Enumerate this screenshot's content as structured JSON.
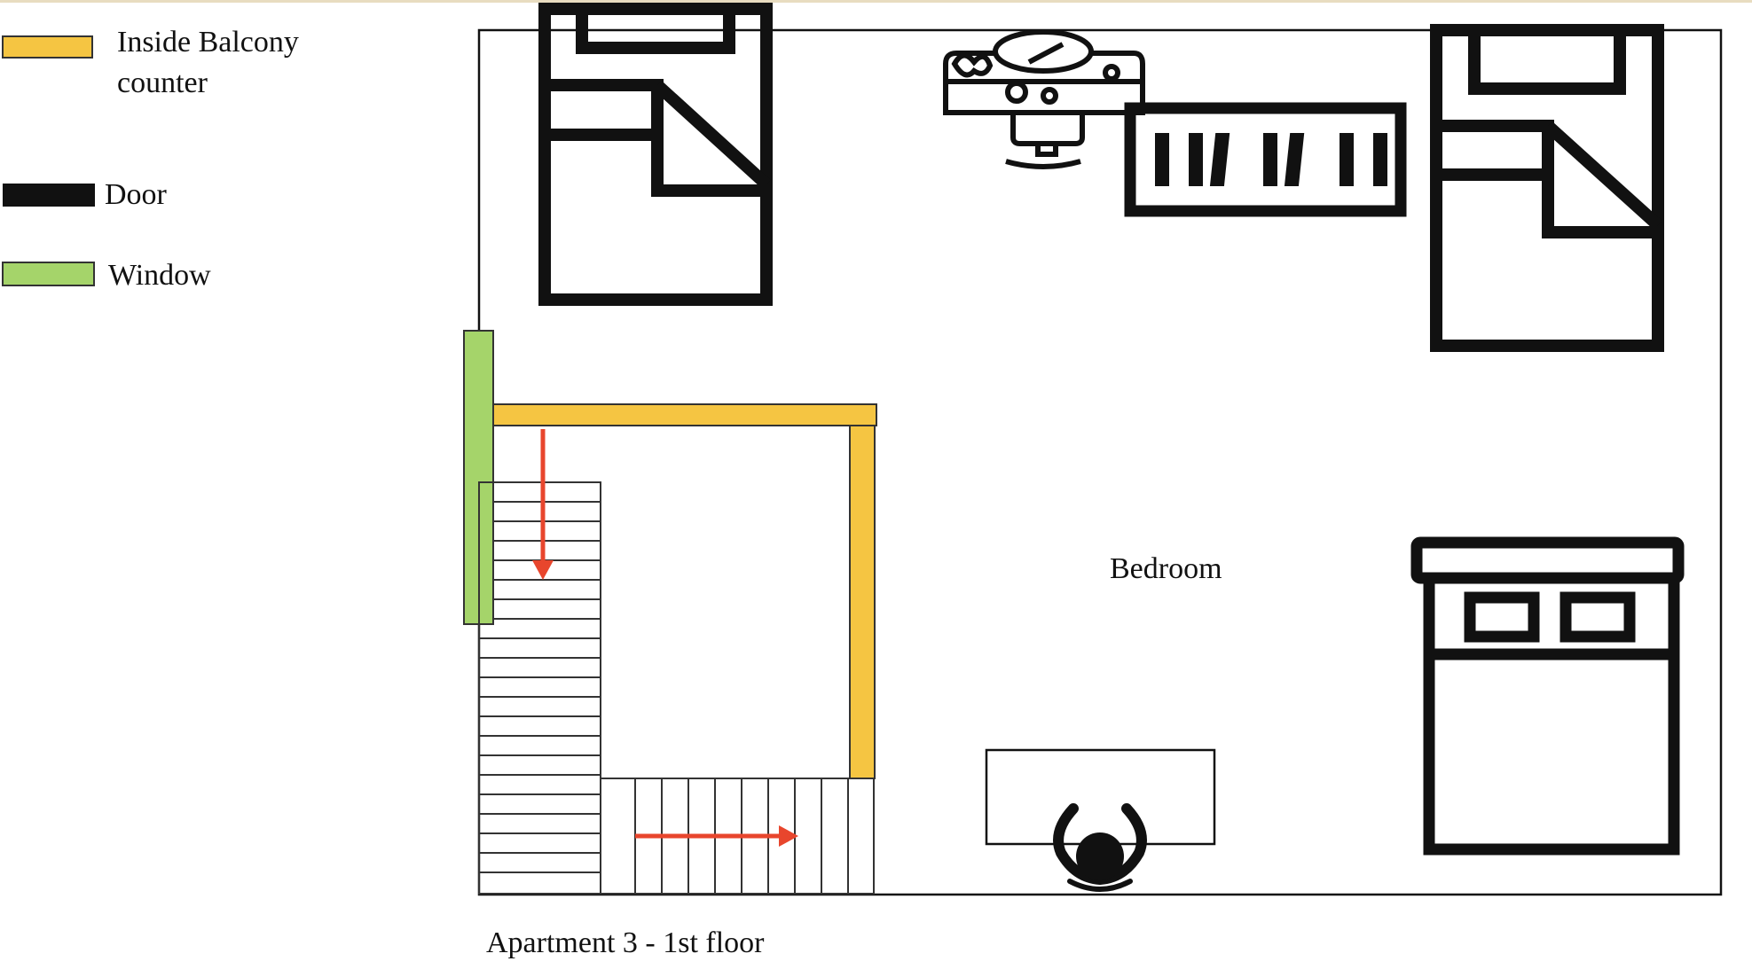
{
  "legend": {
    "balcony": {
      "line1": "Inside Balcony",
      "line2": "counter",
      "color": "#f5c542"
    },
    "door": {
      "label": "Door",
      "color": "#111111"
    },
    "window": {
      "label": "Window",
      "color": "#a5d46a"
    }
  },
  "room": {
    "label": "Bedroom"
  },
  "caption": "Apartment 3 - 1st floor",
  "colors": {
    "wall": "#111111",
    "arrow": "#e8462d",
    "top_border": "#e8dcc0"
  }
}
